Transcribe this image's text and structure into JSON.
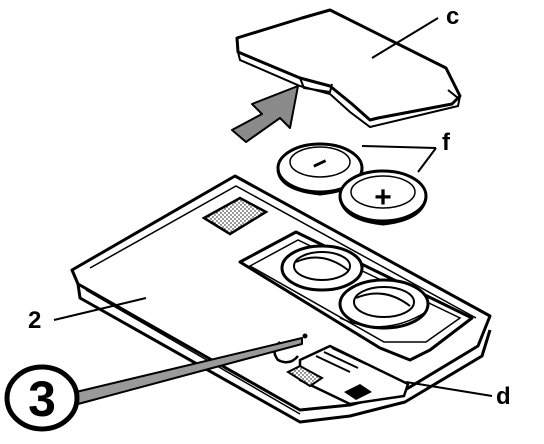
{
  "labels": {
    "cover": "c",
    "batteries": "f",
    "key_body": "2",
    "step": "3",
    "key_plate": "d"
  },
  "symbols": {
    "minus": "−",
    "plus": "+"
  },
  "colors": {
    "ink": "#000000",
    "paper": "#ffffff",
    "arrow_fill": "#8a8a8a",
    "callout_fill": "#9a9a9a"
  }
}
